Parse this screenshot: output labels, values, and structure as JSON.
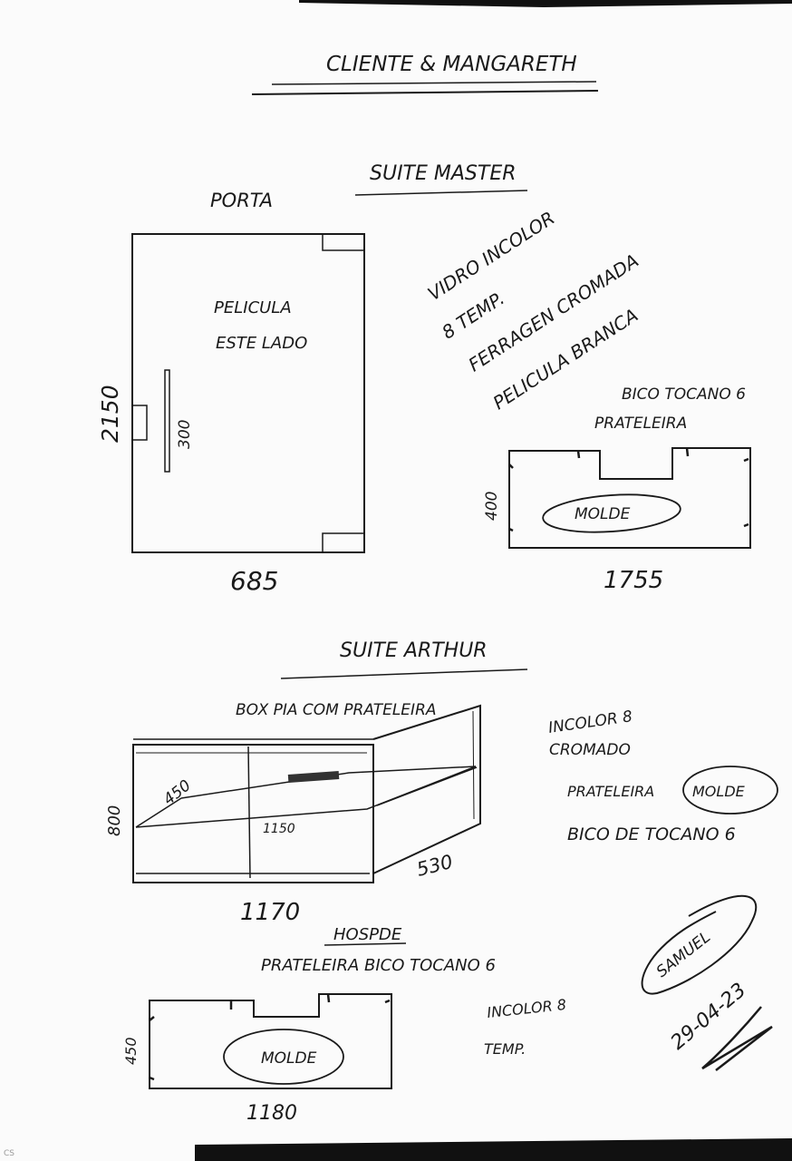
{
  "header": {
    "title": "CLIENTE & MANGARETH"
  },
  "suite_master": {
    "heading": "SUITE MASTER",
    "door": {
      "label": "PORTA",
      "note_line1": "PELICULA",
      "note_line2": "ESTE LADO",
      "height": "2150",
      "handle": "300",
      "width": "685"
    },
    "notes": {
      "line1": "VIDRO INCOLOR",
      "line2": "8 TEMP.",
      "line3": "FERRAGEN CROMADA",
      "line4": "PELICULA BRANCA"
    },
    "shelf": {
      "caption_line1": "BICO TOCANO 6",
      "caption_line2": "PRATELEIRA",
      "mold_label": "MOLDE",
      "height": "400",
      "width": "1755"
    }
  },
  "suite_arthur": {
    "heading": "SUITE ARTHUR",
    "box_caption": "BOX PIA COM PRATELEIRA",
    "depth_label": "450",
    "shelf_width": "1150",
    "height": "800",
    "side_width": "530",
    "width": "1170",
    "notes": {
      "line1": "INCOLOR 8",
      "line2": "CROMADO",
      "line3": "PRATELEIRA",
      "mold_label": "MOLDE",
      "line4": "BICO DE TOCANO 6"
    }
  },
  "hospede": {
    "heading": "HOSPDE",
    "caption": "PRATELEIRA BICO TOCANO 6",
    "mold_label": "MOLDE",
    "height": "450",
    "width": "1180",
    "note_line1": "INCOLOR 8",
    "note_line2": "TEMP.",
    "signature": "SAMUEL",
    "date": "29-04-23"
  },
  "footer": {
    "scanner_mark": "CS"
  }
}
